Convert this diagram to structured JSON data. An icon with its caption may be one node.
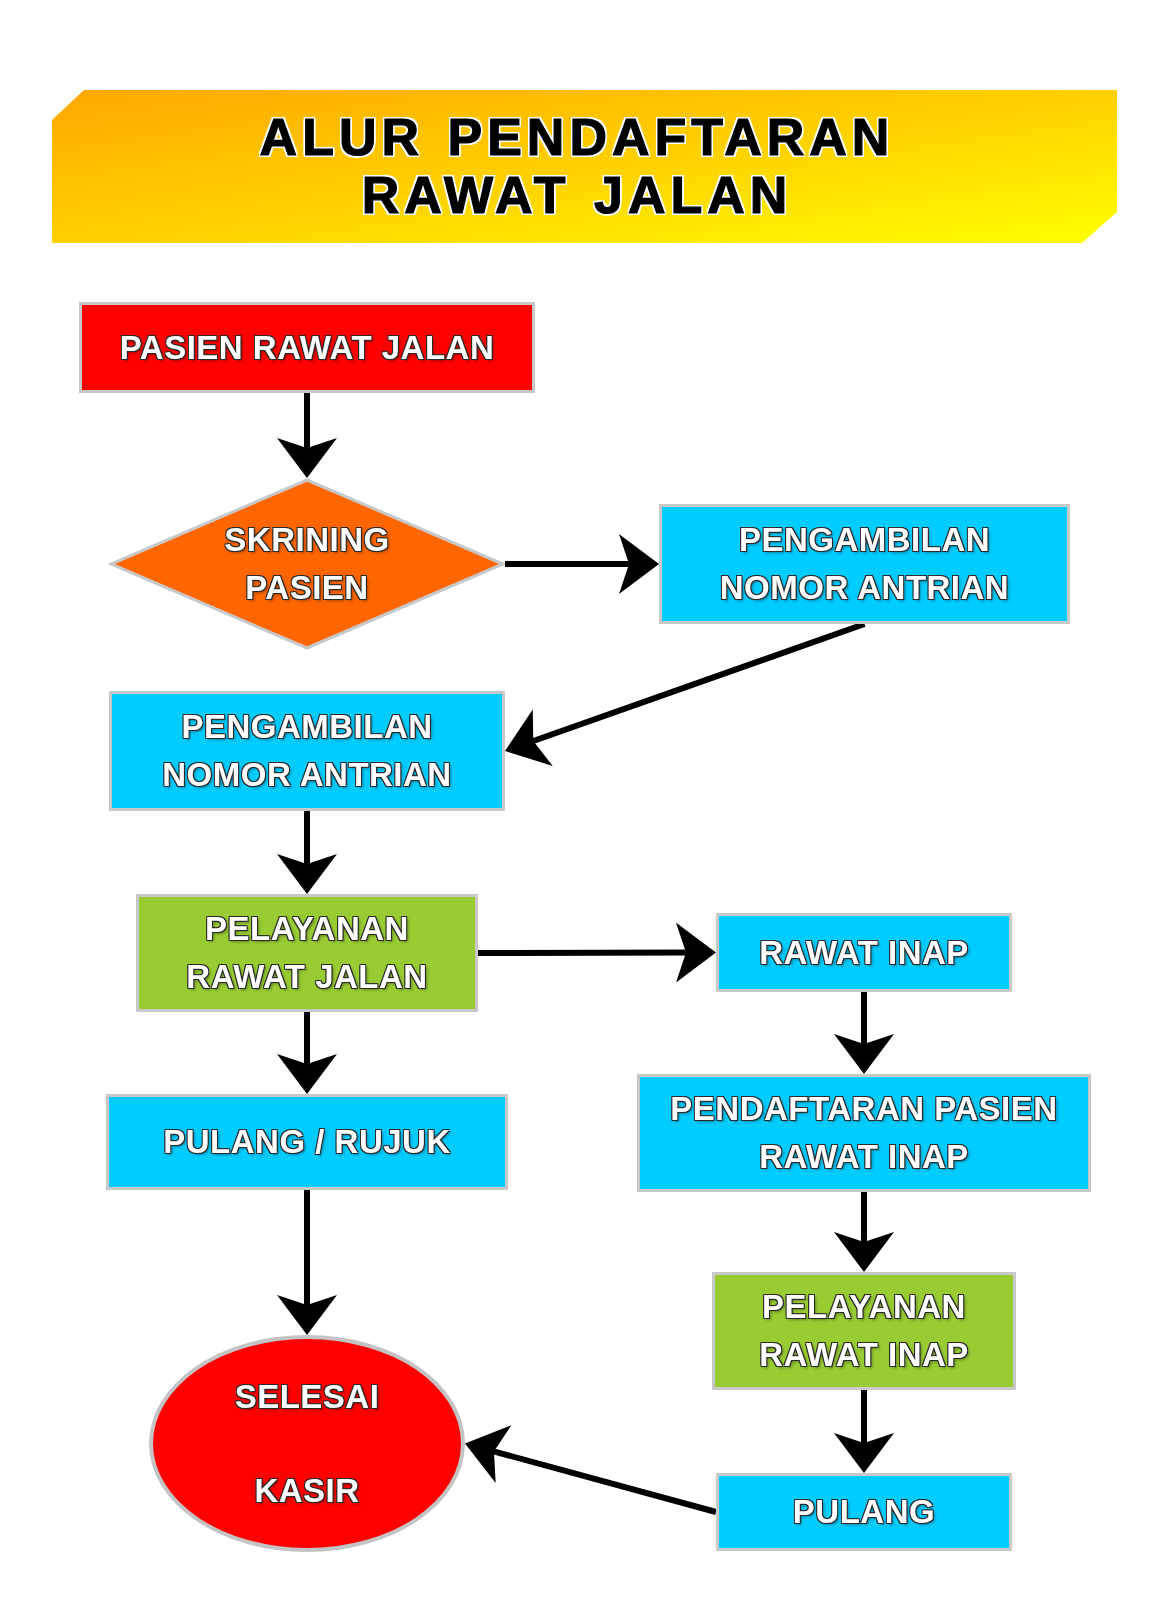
{
  "diagram": {
    "title": "ALUR PENDAFTARAN RAWAT JALAN",
    "nodes": [
      {
        "text": [
          "PASIEN RAWAT JALAN"
        ]
      },
      {
        "text": [
          "SKRINING PASIEN"
        ]
      },
      {
        "text": [
          "PENGAMBILAN NOMOR ANTRIAN"
        ]
      },
      {
        "text": [
          "PENGAMBILAN NOMOR ANTRIAN"
        ]
      },
      {
        "text": [
          "PELAYANAN RAWAT JALAN"
        ]
      },
      {
        "text": [
          "RAWAT INAP"
        ]
      },
      {
        "text": [
          "PULANG / RUJUK"
        ]
      },
      {
        "text": [
          "PENDAFTARAN PASIEN RAWAT INAP"
        ]
      },
      {
        "text": [
          "PELAYANAN RAWAT INAP"
        ]
      },
      {
        "text": [
          "SELESAI",
          "KASIR"
        ]
      },
      {
        "text": [
          "PULANG"
        ]
      }
    ],
    "edges": [
      {
        "from": 0,
        "to": 1,
        "arrow": "to"
      },
      {
        "from": 1,
        "to": 2,
        "arrow": "to"
      },
      {
        "from": 2,
        "to": 3,
        "arrow": "to"
      },
      {
        "from": 3,
        "to": 4,
        "arrow": "to"
      },
      {
        "from": 4,
        "to": 5,
        "arrow": "to"
      },
      {
        "from": 4,
        "to": 6,
        "arrow": "to"
      },
      {
        "from": 5,
        "to": 7,
        "arrow": "to"
      },
      {
        "from": 6,
        "to": 9,
        "arrow": "to"
      },
      {
        "from": 7,
        "to": 8,
        "arrow": "to"
      },
      {
        "from": 8,
        "to": 10,
        "arrow": "to"
      },
      {
        "from": 10,
        "to": 9,
        "arrow": "to"
      }
    ]
  }
}
